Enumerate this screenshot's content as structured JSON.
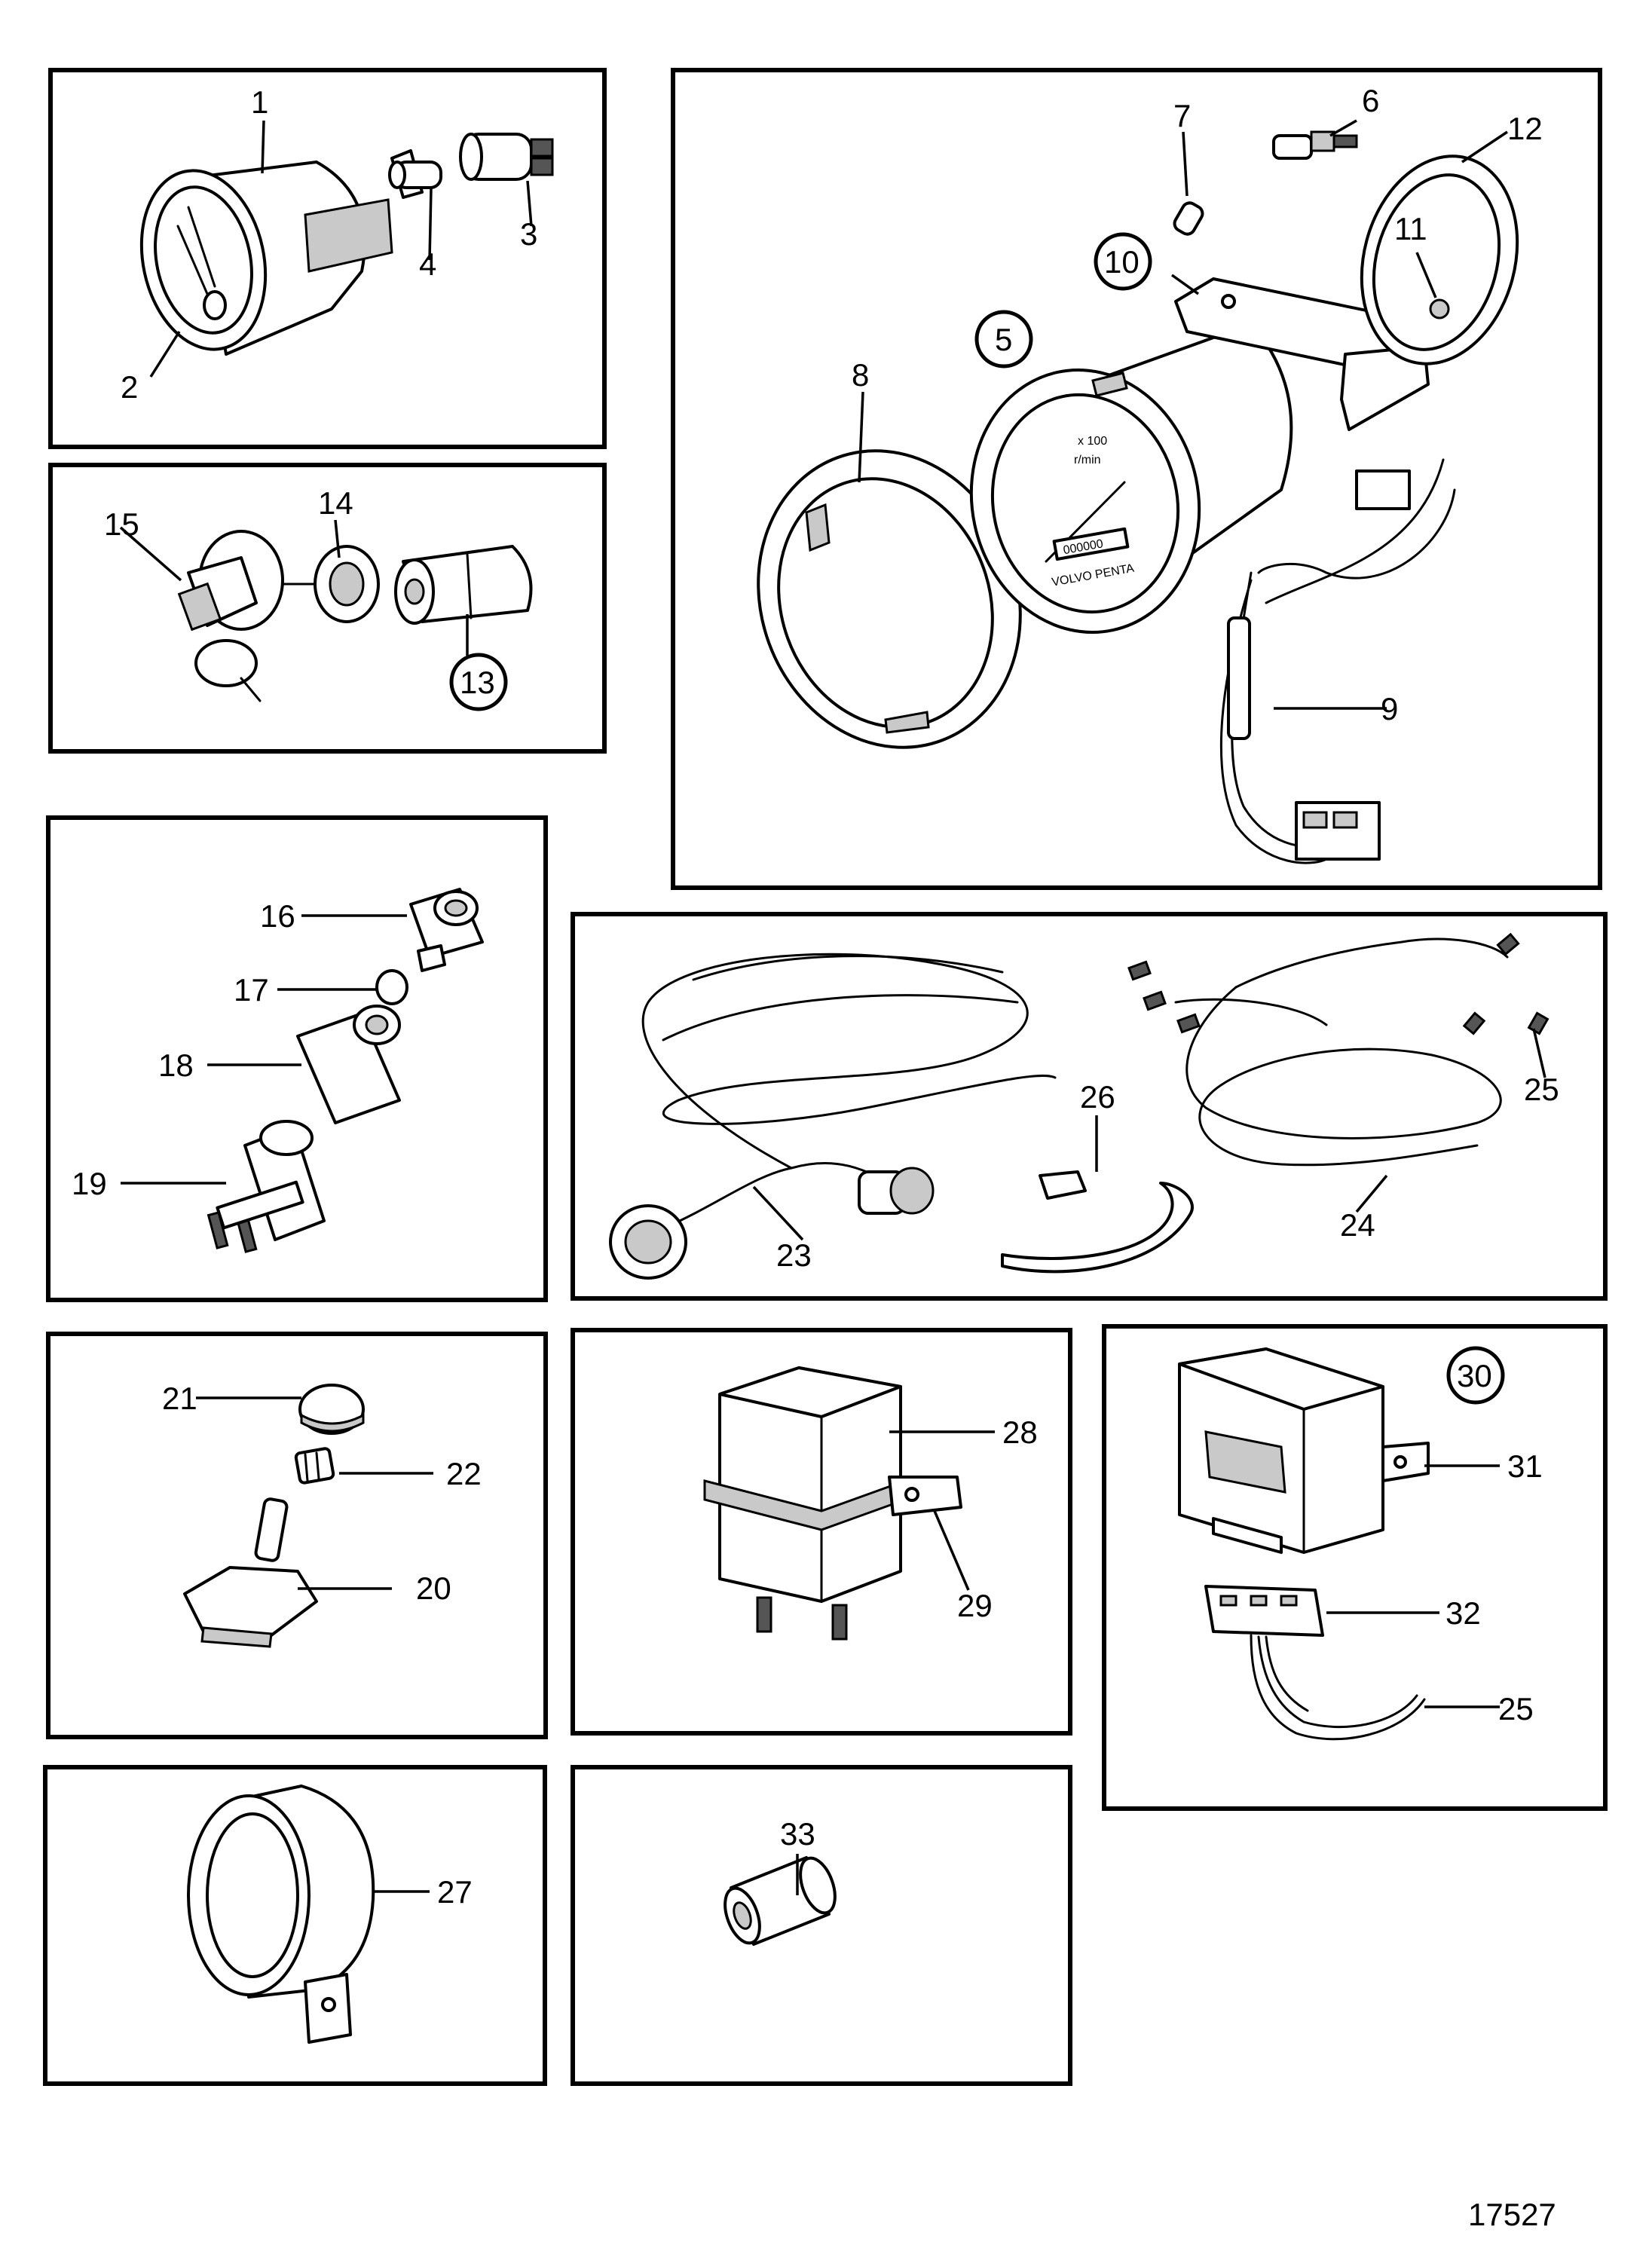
{
  "labels": {
    "p1": "1",
    "p2": "2",
    "p3": "3",
    "p4": "4",
    "p5": "5",
    "p6": "6",
    "p7": "7",
    "p8": "8",
    "p9": "9",
    "p10": "10",
    "p11": "11",
    "p12": "12",
    "p13": "13",
    "p14": "14",
    "p15": "15",
    "p16": "16",
    "p17": "17",
    "p18": "18",
    "p19": "19",
    "p20": "20",
    "p21": "21",
    "p22": "22",
    "p23": "23",
    "p24": "24",
    "p25a": "25",
    "p25b": "25",
    "p26": "26",
    "p27": "27",
    "p28": "28",
    "p29": "29",
    "p30": "30",
    "p31": "31",
    "p32": "32",
    "p33": "33"
  },
  "dial": {
    "scale": "x 100",
    "unit": "r/min",
    "brand": "VOLVO PENTA",
    "counter": "000000"
  },
  "reference_number": "17527"
}
